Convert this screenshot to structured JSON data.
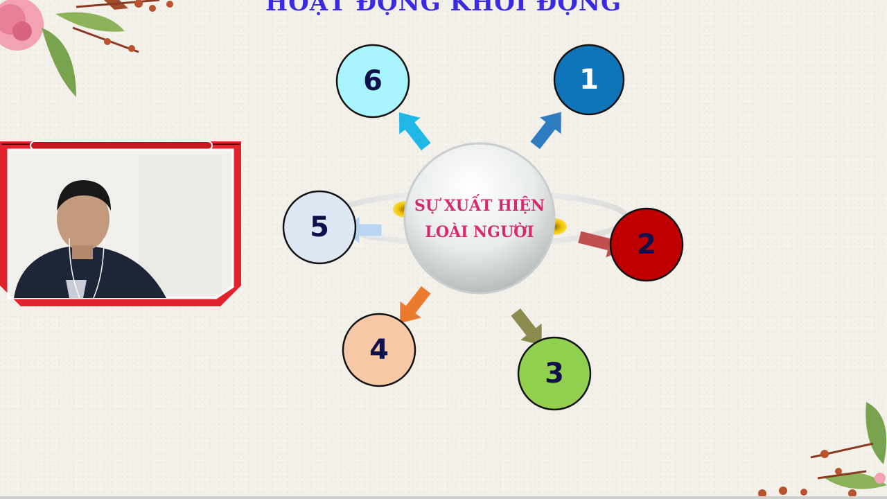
{
  "slide": {
    "title": "HOẠT ĐỘNG KHỞI ĐỘNG",
    "center_line1": "SỰ XUẤT HIỆN",
    "center_line2": "LOÀI NGƯỜI"
  },
  "nodes": [
    {
      "label": "1",
      "color": "#0f74b8"
    },
    {
      "label": "2",
      "color": "#c00000"
    },
    {
      "label": "3",
      "color": "#92d050"
    },
    {
      "label": "4",
      "color": "#f6c8a6"
    },
    {
      "label": "5",
      "color": "#dde8f5"
    },
    {
      "label": "6",
      "color": "#a8f4ff"
    }
  ],
  "arrows": [
    {
      "color": "#2f7bbf"
    },
    {
      "color": "#c0504d"
    },
    {
      "color": "#8b8b4f"
    },
    {
      "color": "#ea7a2e"
    },
    {
      "color": "#b8d6f2"
    },
    {
      "color": "#1fb8e6"
    }
  ],
  "webcam": {
    "frame_color": "#e0232d"
  }
}
